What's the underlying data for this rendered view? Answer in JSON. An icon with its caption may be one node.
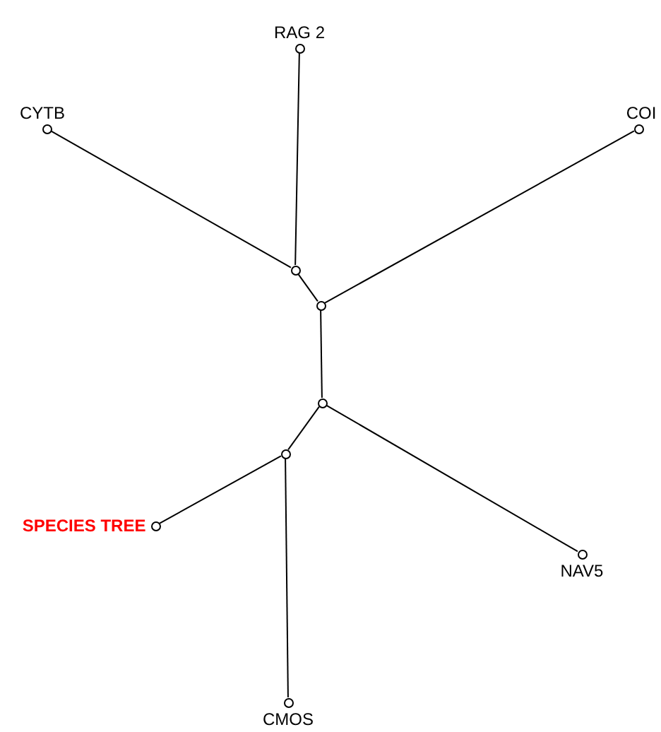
{
  "diagram": {
    "nodes": [
      {
        "text": [],
        "shape": "circle",
        "beside": [
          "RAG 2"
        ]
      },
      {
        "text": [],
        "shape": "circle",
        "beside": [
          "CYTB"
        ]
      },
      {
        "text": [],
        "shape": "circle",
        "beside": [
          "COI"
        ]
      },
      {
        "text": [],
        "shape": "circle"
      },
      {
        "text": [],
        "shape": "circle"
      },
      {
        "text": [],
        "shape": "circle"
      },
      {
        "text": [],
        "shape": "circle"
      },
      {
        "text": [],
        "shape": "circle",
        "beside": [
          "SPECIES TREE"
        ]
      },
      {
        "text": [],
        "shape": "circle",
        "beside": [
          "NAV5"
        ]
      },
      {
        "text": [],
        "shape": "circle",
        "beside": [
          "CMOS"
        ]
      }
    ],
    "edges": [
      {
        "from": 0,
        "to": 3,
        "arrow": "none"
      },
      {
        "from": 1,
        "to": 3,
        "arrow": "none"
      },
      {
        "from": 3,
        "to": 4,
        "arrow": "none"
      },
      {
        "from": 2,
        "to": 4,
        "arrow": "none"
      },
      {
        "from": 4,
        "to": 5,
        "arrow": "none"
      },
      {
        "from": 5,
        "to": 6,
        "arrow": "none"
      },
      {
        "from": 5,
        "to": 8,
        "arrow": "none"
      },
      {
        "from": 6,
        "to": 7,
        "arrow": "none"
      },
      {
        "from": 6,
        "to": 9,
        "arrow": "none"
      }
    ]
  }
}
